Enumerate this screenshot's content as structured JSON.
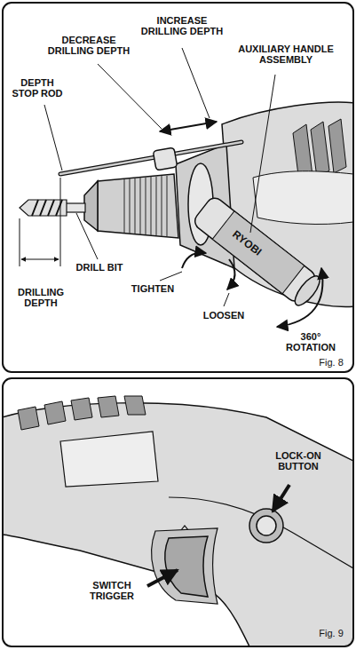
{
  "diagram": {
    "labels": [
      "INCREASE DRILLING DEPTH",
      "DECREASE DRILLING DEPTH",
      "AUXILIARY HANDLE ASSEMBLY",
      "DEPTH STOP ROD",
      "DRILL BIT",
      "RYOBI",
      "DRILLING DEPTH",
      "TIGHTEN",
      "LOOSEN",
      "360° ROTATION",
      "Fig. 8",
      "LOCK-ON BUTTON",
      "SWITCH TRIGGER",
      "Fig. 9"
    ]
  }
}
